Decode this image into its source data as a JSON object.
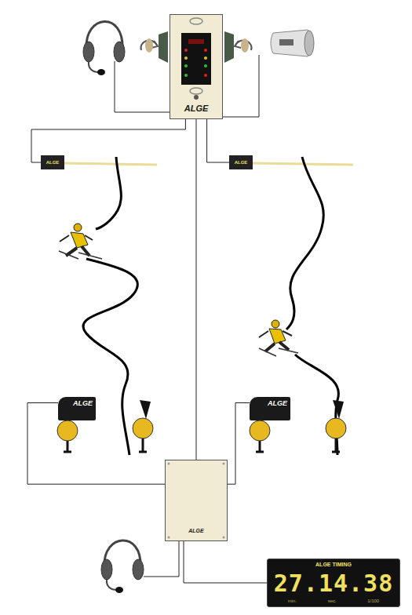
{
  "diagram": {
    "nodes": [
      {
        "text": [
          "ALGE"
        ]
      },
      {
        "text": [
          "ALGE"
        ]
      },
      {
        "text": [
          "ALGE"
        ]
      },
      {
        "text": [
          "ALGE"
        ]
      },
      {
        "text": [
          "ALGE"
        ]
      },
      {
        "text": [
          "ALGE"
        ]
      },
      {
        "text": [
          "ALGE TIMING",
          "27.14.38",
          "min.",
          "sec.",
          "1/100"
        ]
      }
    ],
    "edges": [
      {
        "from": 0,
        "to": 1,
        "arrow": "none"
      },
      {
        "from": 0,
        "to": 2,
        "arrow": "none"
      },
      {
        "from": 0,
        "to": 5,
        "arrow": "none"
      },
      {
        "from": 5,
        "to": 3,
        "arrow": "none"
      },
      {
        "from": 5,
        "to": 4,
        "arrow": "none"
      },
      {
        "from": 5,
        "to": 6,
        "arrow": "none"
      }
    ]
  }
}
